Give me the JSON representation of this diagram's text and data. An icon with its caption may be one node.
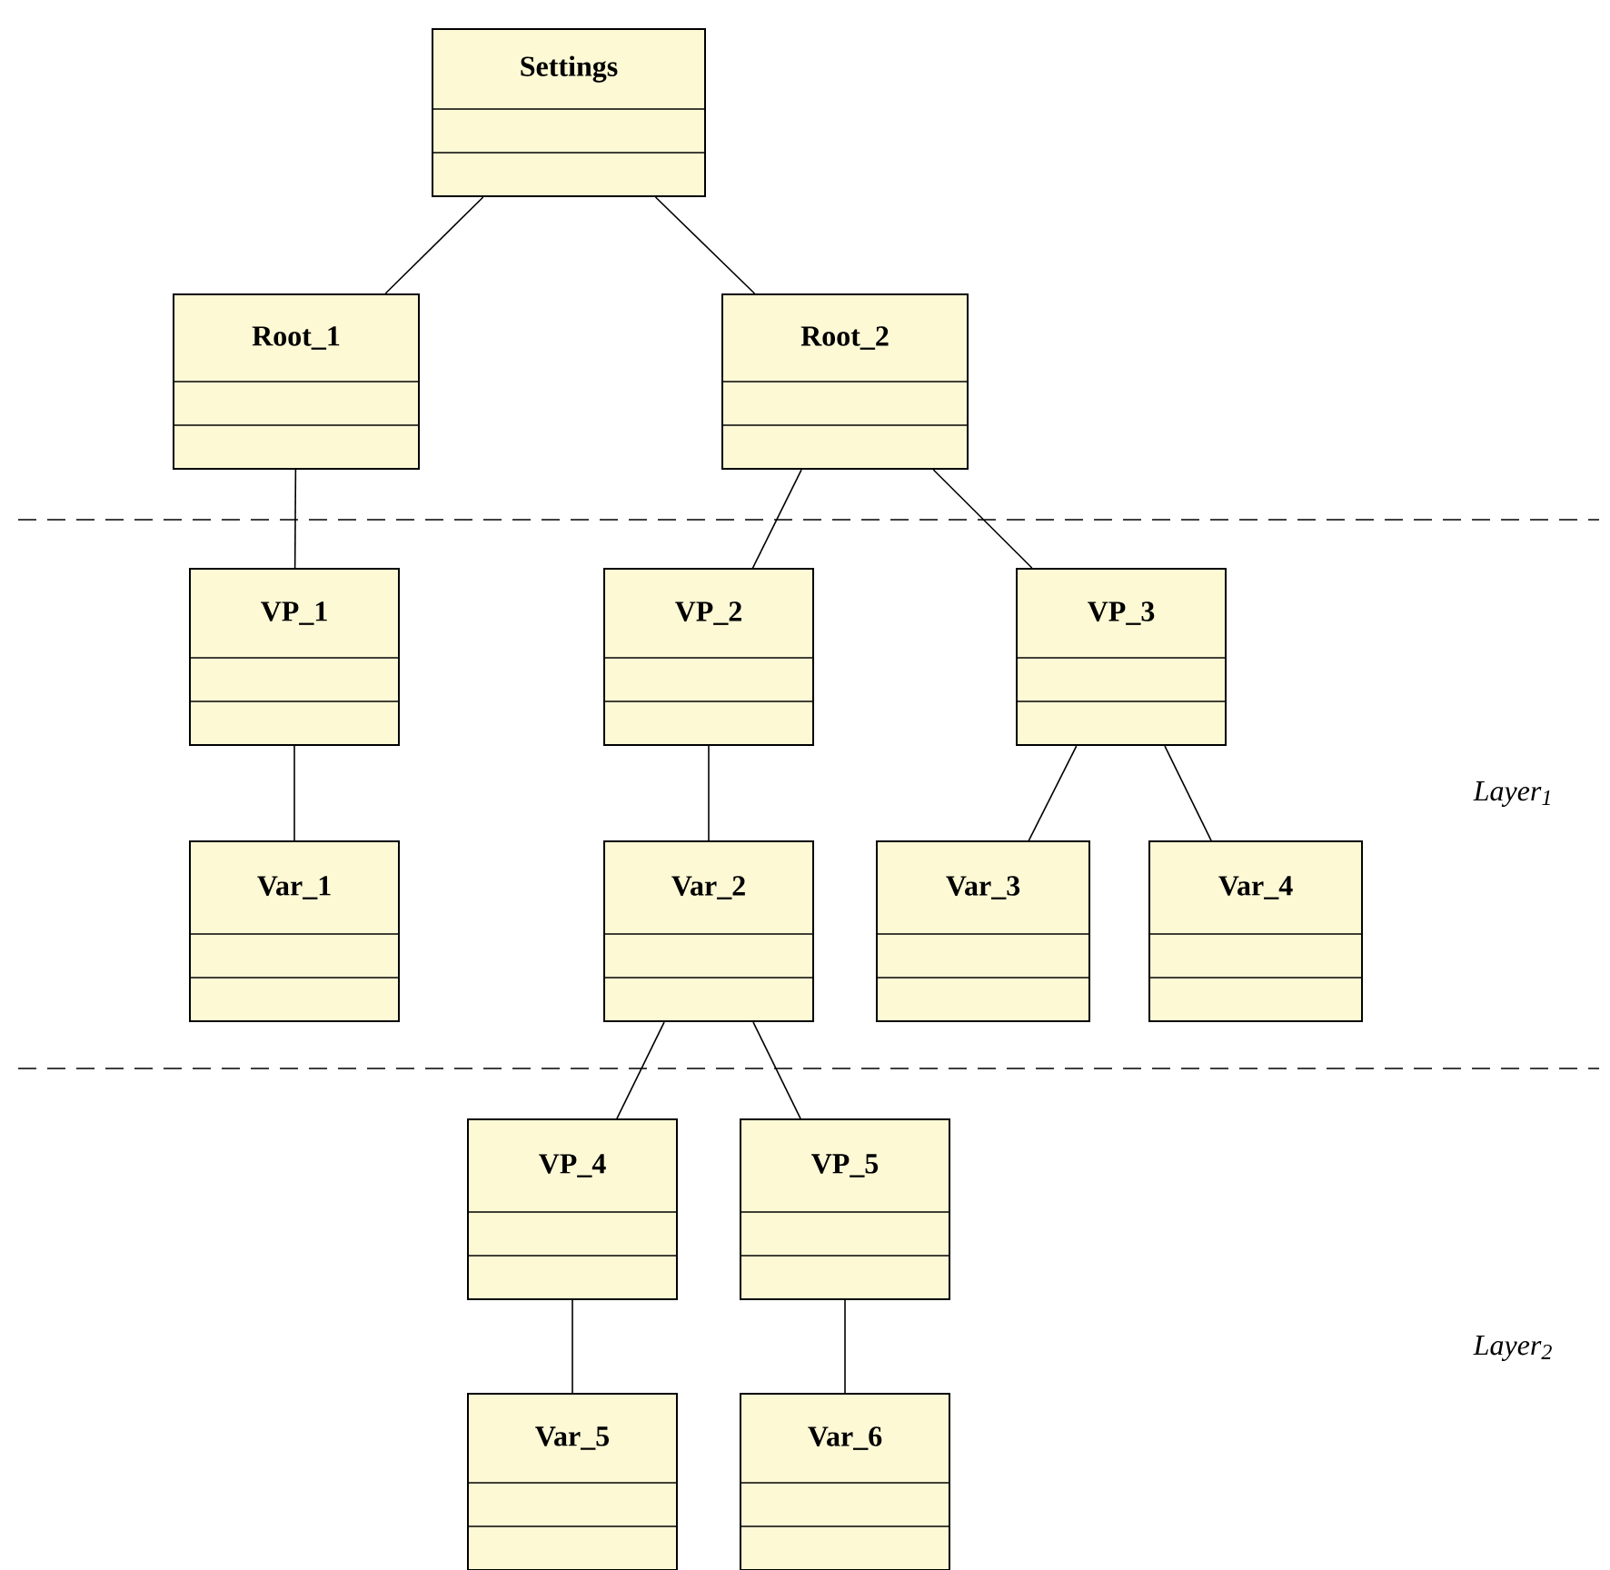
{
  "diagram": {
    "nodes": [
      {
        "text": [
          "Settings"
        ]
      },
      {
        "text": [
          "Root_1"
        ]
      },
      {
        "text": [
          "Root_2"
        ]
      },
      {
        "text": [
          "VP_1"
        ]
      },
      {
        "text": [
          "VP_2"
        ]
      },
      {
        "text": [
          "VP_3"
        ]
      },
      {
        "text": [
          "Var_1"
        ]
      },
      {
        "text": [
          "Var_2"
        ]
      },
      {
        "text": [
          "Var_3"
        ]
      },
      {
        "text": [
          "Var_4"
        ]
      },
      {
        "text": [
          "VP_4"
        ]
      },
      {
        "text": [
          "VP_5"
        ]
      },
      {
        "text": [
          "Var_5"
        ]
      },
      {
        "text": [
          "Var_6"
        ]
      }
    ],
    "edges": [
      {
        "from": 0,
        "to": 1,
        "arrow": "none"
      },
      {
        "from": 0,
        "to": 2,
        "arrow": "none"
      },
      {
        "from": 1,
        "to": 3,
        "arrow": "none"
      },
      {
        "from": 2,
        "to": 4,
        "arrow": "none"
      },
      {
        "from": 2,
        "to": 5,
        "arrow": "none"
      },
      {
        "from": 3,
        "to": 6,
        "arrow": "none"
      },
      {
        "from": 4,
        "to": 7,
        "arrow": "none"
      },
      {
        "from": 5,
        "to": 8,
        "arrow": "none"
      },
      {
        "from": 5,
        "to": 9,
        "arrow": "none"
      },
      {
        "from": 7,
        "to": 10,
        "arrow": "none"
      },
      {
        "from": 7,
        "to": 11,
        "arrow": "none"
      },
      {
        "from": 10,
        "to": 12,
        "arrow": "none"
      },
      {
        "from": 11,
        "to": 13,
        "arrow": "none"
      }
    ],
    "labels": [
      "Layer$_{1}$",
      "Layer$_{2}$"
    ]
  }
}
